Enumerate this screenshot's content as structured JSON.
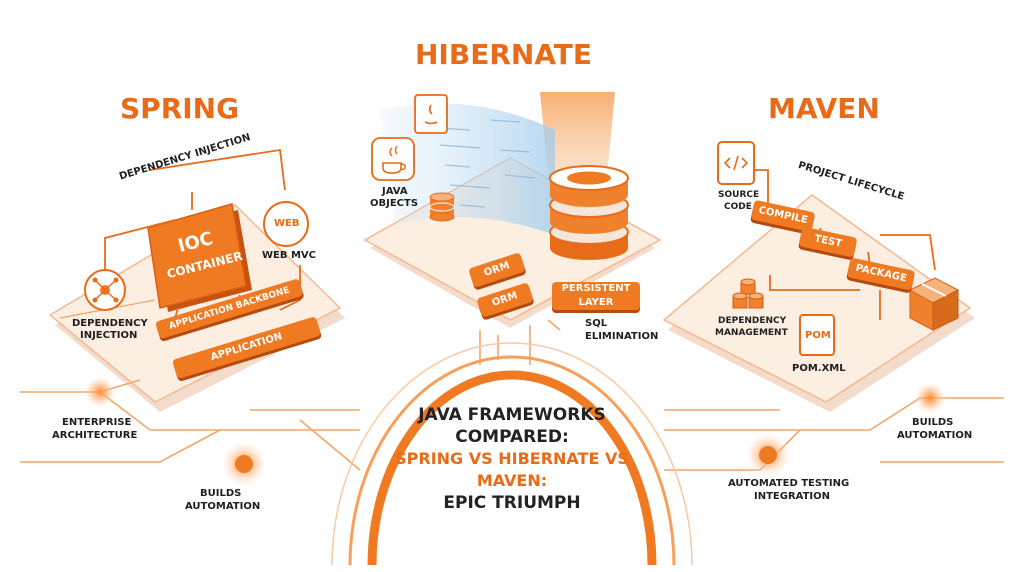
{
  "titles": {
    "spring": "SPRING",
    "hibernate": "HIBERNATE",
    "maven": "MAVEN"
  },
  "spring": {
    "dependency_injection_arc": "DEPENDENCY INJECTION",
    "ioc_line1": "IOC",
    "ioc_line2": "CONTAINER",
    "app_backbone": "APPLICATION BACKBONE",
    "application": "APPLICATION",
    "web_icon": "WEB",
    "web_mvc": "WEB MVC",
    "di_label_line1": "DEPENDENCY",
    "di_label_line2": "INJECTION"
  },
  "hibernate": {
    "java_objects_line1": "JAVA",
    "java_objects_line2": "OBJECTS",
    "orm_1": "ORM",
    "orm_2": "ORM",
    "persistent_line1": "PERSISTENT",
    "persistent_line2": "LAYER",
    "sql_line1": "SQL",
    "sql_line2": "ELIMINATION"
  },
  "maven": {
    "source_code_line1": "SOURCE",
    "source_code_line2": "CODE",
    "project_lifecycle": "PROJECT LIFECYCLE",
    "compile": "COMPILE",
    "test": "TEST",
    "package": "PACKAGE",
    "dep_mgmt_line1": "DEPENDENCY",
    "dep_mgmt_line2": "MANAGEMENT",
    "pom_icon": "POM",
    "pom_xml": "POM.XML"
  },
  "bottom": {
    "enterprise_line1": "ENTERPRISE",
    "enterprise_line2": "ARCHITECTURE",
    "builds_left_line1": "BUILDS",
    "builds_left_line2": "AUTOMATION",
    "builds_right_line1": "BUILDS",
    "builds_right_line2": "AUTOMATION",
    "testing_line1": "AUTOMATED TESTING",
    "testing_line2": "INTEGRATION"
  },
  "center": {
    "line1": "JAVA FRAMEWORKS",
    "line2": "COMPARED:",
    "line3": "SPRING VS HIBERNATE VS",
    "line4": "MAVEN:",
    "line5": "EPIC TRIUMPH"
  },
  "colors": {
    "accent": "#f07a22",
    "accent_dark": "#d85f14",
    "platform": "#fdeee2",
    "text": "#1f1f1f"
  }
}
